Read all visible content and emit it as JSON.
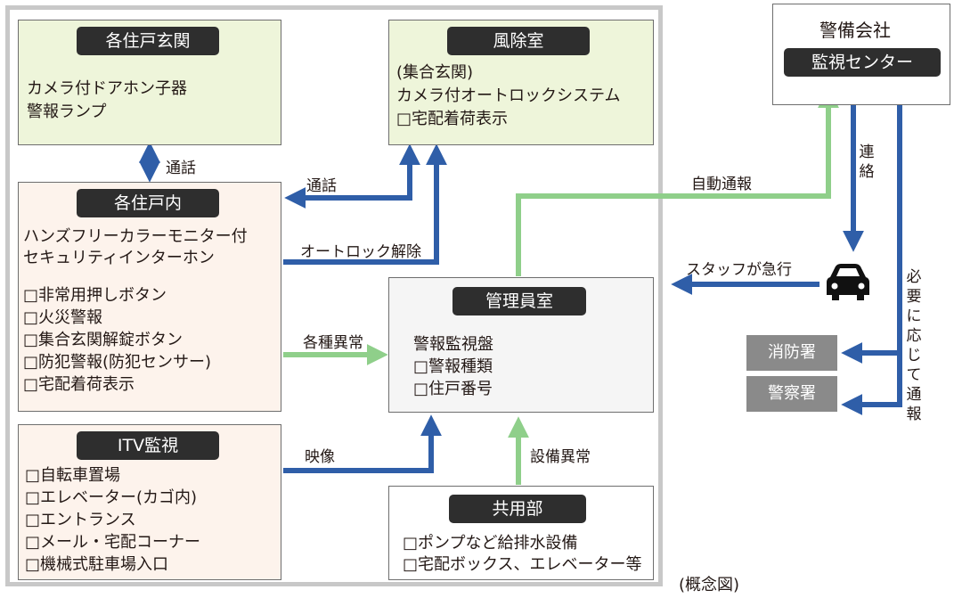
{
  "entrance": {
    "title": "各住戸玄関",
    "lines": [
      "カメラ付ドアホン子器",
      "警報ランプ"
    ]
  },
  "windbreak": {
    "title": "風除室",
    "lines": [
      "(集合玄関)",
      "カメラ付オートロックシステム",
      "□宅配着荷表示"
    ]
  },
  "unit": {
    "title": "各住戸内",
    "lines": [
      "ハンズフリーカラーモニター付",
      "セキュリティインターホン",
      "□非常用押しボタン",
      "□火災警報",
      "□集合玄関解錠ボタン",
      "□防犯警報(防犯センサー)",
      "□宅配着荷表示"
    ]
  },
  "itv": {
    "title": "ITV監視",
    "lines": [
      "□自転車置場",
      "□エレベーター(カゴ内)",
      "□エントランス",
      "□メール・宅配コーナー",
      "□機械式駐車場入口"
    ]
  },
  "manager": {
    "title": "管理員室",
    "lines": [
      "警報監視盤",
      "□警報種類",
      "□住戸番号"
    ]
  },
  "common": {
    "title": "共用部",
    "lines": [
      "□ポンプなど給排水設備",
      "□宅配ボックス、エレベーター等"
    ]
  },
  "security": {
    "title": "警備会社",
    "center": "監視センター"
  },
  "fire": "消防署",
  "police": "警察署",
  "labels": {
    "talk1": "通話",
    "talk2": "通話",
    "autolock": "オートロック解除",
    "alarms": "各種異常",
    "video": "映像",
    "equipment": "設備異常",
    "auto_report": "自動通報",
    "staff": "スタッフが急行",
    "contact": "連絡",
    "notify": "必要に応じて通報"
  },
  "caption": "(概念図)",
  "colors": {
    "blue": "#2f5ea8",
    "green": "#8fcf8a"
  }
}
